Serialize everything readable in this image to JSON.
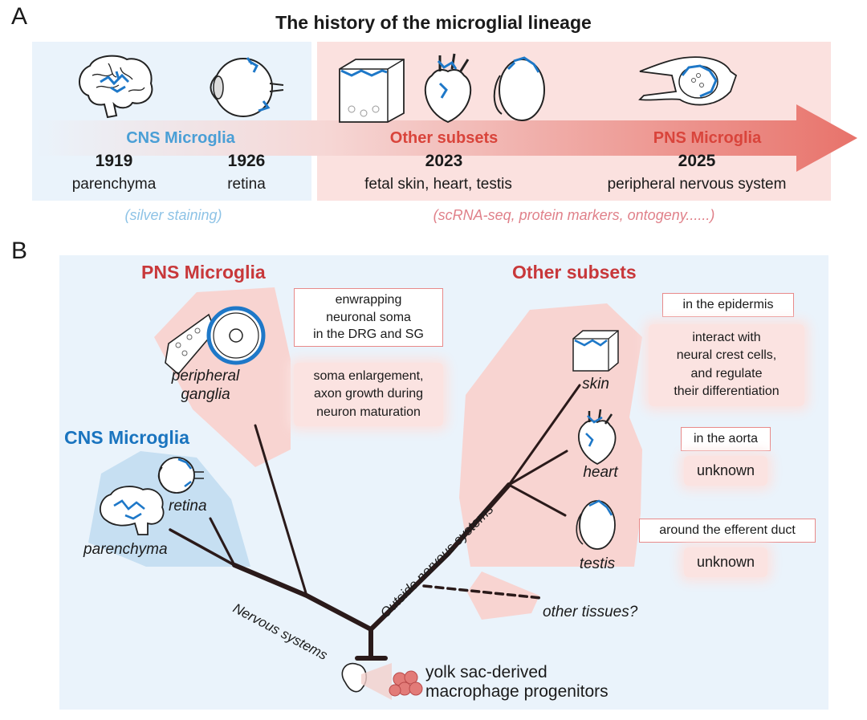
{
  "panel_a": {
    "letter": "A",
    "title": "The history of the microglial lineage",
    "categories": {
      "cns": "CNS Microglia",
      "other": "Other subsets",
      "pns": "PNS Microglia"
    },
    "milestones": [
      {
        "year": "1919",
        "site": "parenchyma"
      },
      {
        "year": "1926",
        "site": "retina"
      },
      {
        "year": "2023",
        "site": "fetal skin, heart, testis"
      },
      {
        "year": "2025",
        "site": "peripheral nervous system"
      }
    ],
    "methods": {
      "cns": "(silver staining)",
      "other": "(scRNA-seq, protein markers, ontogeny......)"
    },
    "colors": {
      "cns": "#4a9fd6",
      "other": "#d9443b",
      "arrow": "#e8736b",
      "microglia": "#1e78c8"
    }
  },
  "panel_b": {
    "letter": "B",
    "pns_title": "PNS Microglia",
    "cns_title": "CNS Microglia",
    "other_title": "Other subsets",
    "organs": {
      "ganglia": "peripheral\nganglia",
      "retina": "retina",
      "parenchyma": "parenchyma",
      "skin": "skin",
      "heart": "heart",
      "testis": "testis",
      "other_tissues": "other tissues?"
    },
    "pns_boxes": {
      "location": "enwrapping\nneuronal soma\nin the DRG and SG",
      "function": "soma enlargement,\naxon growth during\nneuron maturation"
    },
    "skin_boxes": {
      "location": "in the epidermis",
      "function": "interact with\nneural crest cells,\nand regulate\ntheir differentiation"
    },
    "heart_boxes": {
      "location": "in the aorta",
      "function": "unknown"
    },
    "testis_boxes": {
      "location": "around the efferent duct",
      "function": "unknown"
    },
    "branches": {
      "nervous": "Nervous systems",
      "outside": "Outside nervous systems"
    },
    "root": "yolk sac-derived\nmacrophage progenitors",
    "colors": {
      "background": "#eaf3fb",
      "cns_region": "#c6dff2",
      "other_region": "#f8d4d1",
      "tree": "#2a1a1a"
    }
  }
}
